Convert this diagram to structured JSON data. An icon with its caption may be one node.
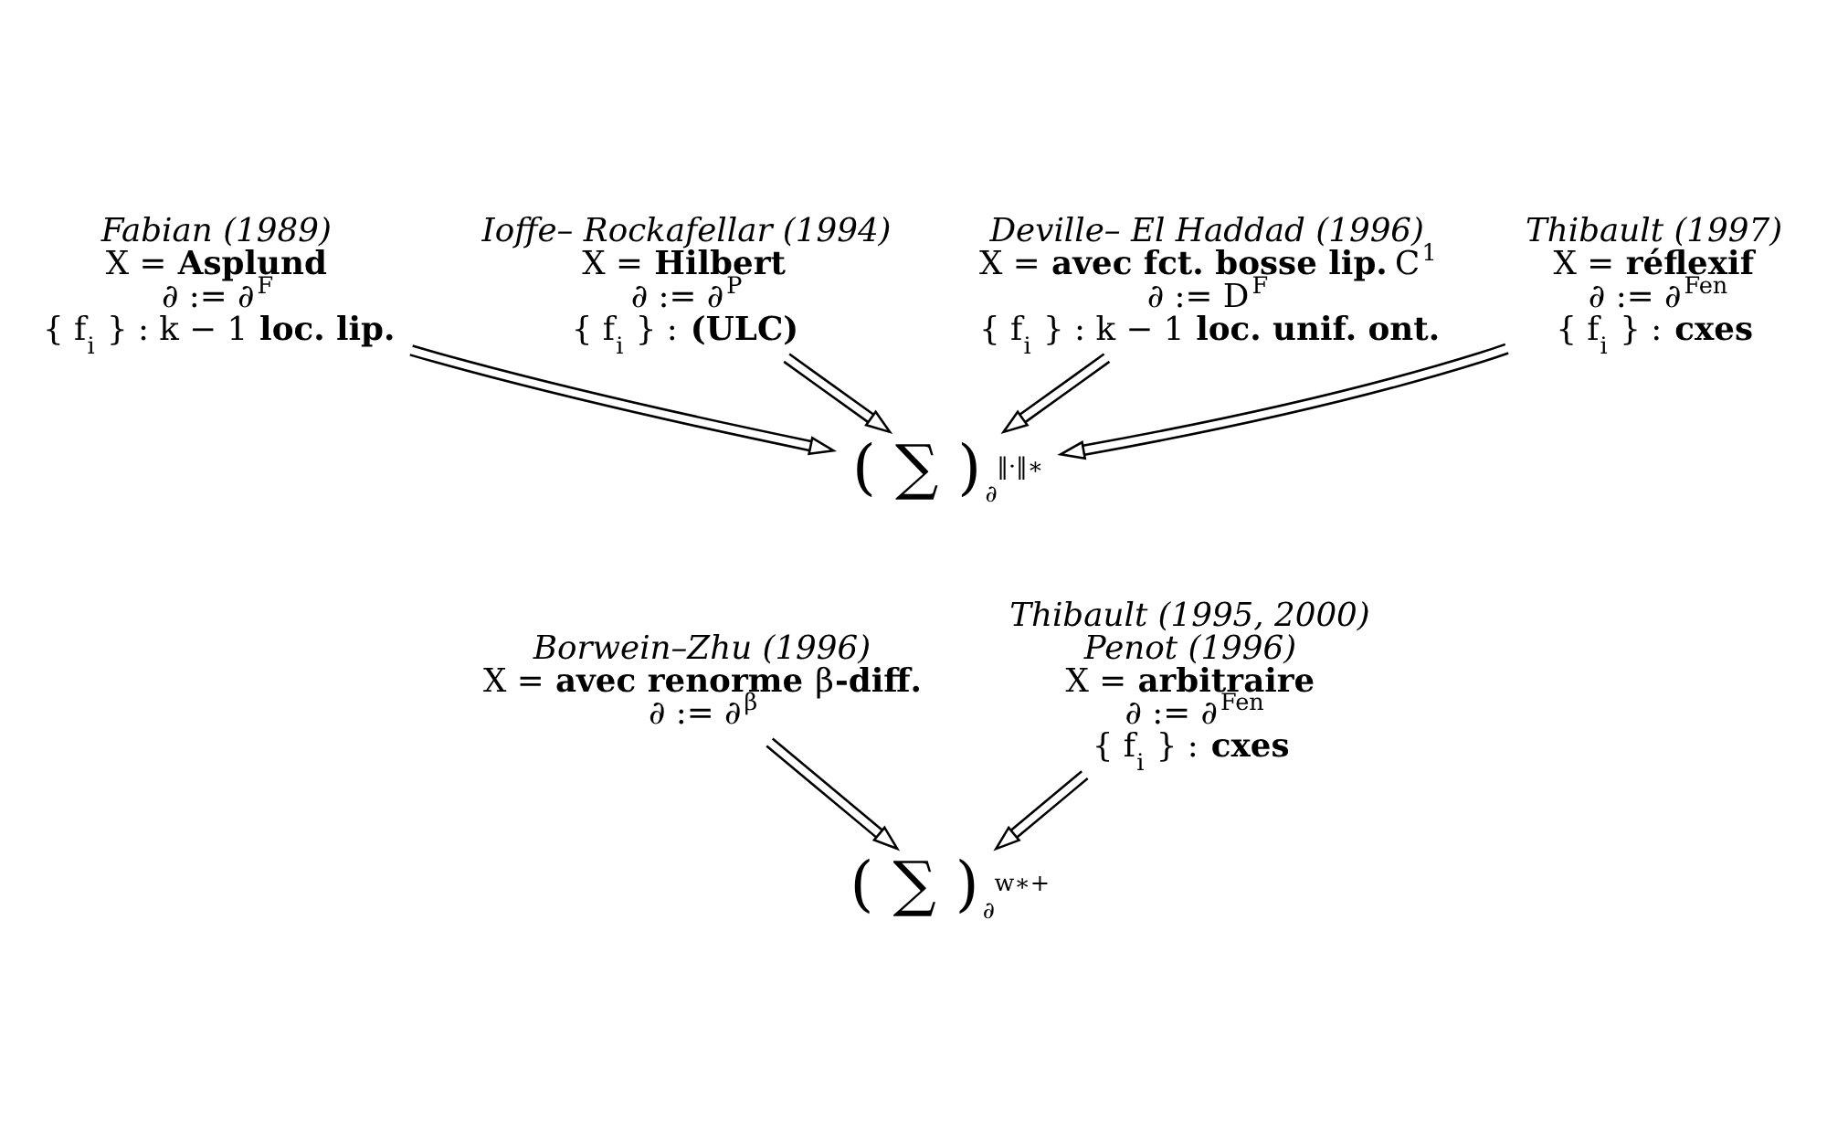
{
  "diagram": {
    "nodes": [
      {
        "text": [
          "Fabian (1989)",
          "X = **Asplund**",
          "∂ := ∂$^{F}$",
          "{ f$_{i}$ } : k − 1 **loc. lip.**"
        ]
      },
      {
        "text": [
          "Ioffe– Rockafellar (1994)",
          "X = **Hilbert**",
          "∂ := ∂$^{P}$",
          "{ f$_{i}$ } : **(ULC)**"
        ]
      },
      {
        "text": [
          "Deville– El Haddad (1996)",
          "X = **avec fct. bosse lip.** C$^{1}$",
          "∂ := D$^{F}$",
          "{ f$_{i}$ } : k − 1 **loc. unif. ont.**"
        ]
      },
      {
        "text": [
          "Thibault (1997)",
          "X = **réflexif**",
          "∂ := ∂$^{Fen}$",
          "{ f$_{i}$ } : **cxes**"
        ]
      },
      {
        "text": [
          "( ∑ )$_{∂}$$^{‖·‖∗}$"
        ]
      },
      {
        "text": [
          "Borwein–Zhu (1996)",
          "X = **avec renorme** β**-diff.**",
          "∂ := ∂$^{β}$"
        ]
      },
      {
        "text": [
          "Thibault (1995, 2000)",
          "Penot (1996)",
          "X = **arbitraire**",
          "∂ := ∂$^{Fen}$",
          "{ f$_{i}$ } : **cxes**"
        ]
      },
      {
        "text": [
          "( ∑ )$_{∂}$$^{w∗+}$"
        ]
      }
    ],
    "edges": [
      {
        "from": 0,
        "to": 4,
        "arrow": "to"
      },
      {
        "from": 1,
        "to": 4,
        "arrow": "to"
      },
      {
        "from": 2,
        "to": 4,
        "arrow": "to"
      },
      {
        "from": 3,
        "to": 4,
        "arrow": "to"
      },
      {
        "from": 5,
        "to": 7,
        "arrow": "to"
      },
      {
        "from": 6,
        "to": 7,
        "arrow": "to"
      }
    ]
  }
}
